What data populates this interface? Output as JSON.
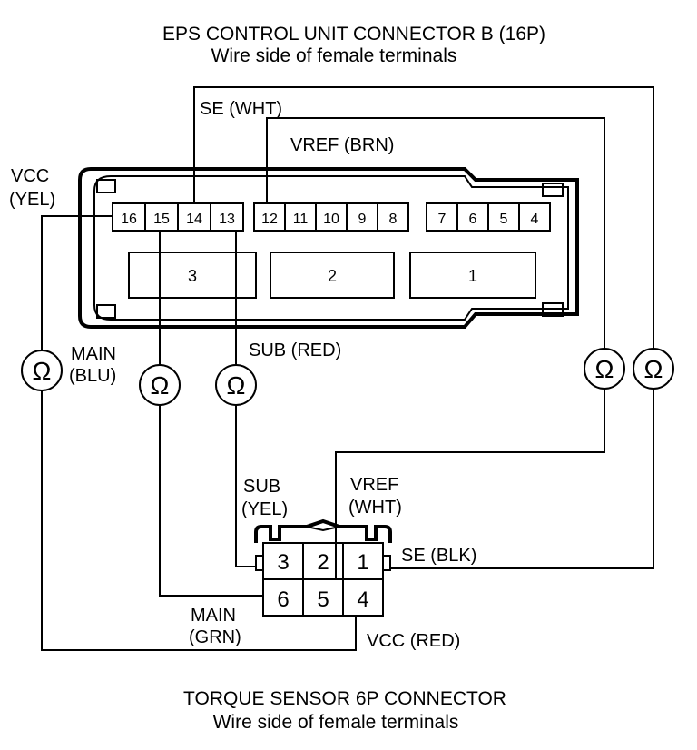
{
  "eps_connector": {
    "title": "EPS CONTROL UNIT CONNECTOR B (16P)",
    "subtitle": "Wire side of female terminals",
    "pins_left": [
      "16",
      "15",
      "14",
      "13"
    ],
    "pins_middle": [
      "12",
      "11",
      "10",
      "9",
      "8"
    ],
    "pins_right": [
      "7",
      "6",
      "5",
      "4"
    ],
    "blocks": [
      "3",
      "2",
      "1"
    ]
  },
  "torque_connector": {
    "title": "TORQUE SENSOR 6P CONNECTOR",
    "subtitle": "Wire side of female terminals",
    "top_pins": [
      "3",
      "2",
      "1"
    ],
    "bottom_pins": [
      "6",
      "5",
      "4"
    ]
  },
  "labels": {
    "se_wht": "SE (WHT)",
    "vref_brn": "VREF (BRN)",
    "vcc_line1": "VCC",
    "vcc_line2": "(YEL)",
    "main_line1": "MAIN",
    "main_line2": "(BLU)",
    "sub_red": "SUB (RED)",
    "sub_line1": "SUB",
    "sub_line2": "(YEL)",
    "vref_line1": "VREF",
    "vref_line2": "(WHT)",
    "se_blk": "SE (BLK)",
    "main_grn_line1": "MAIN",
    "main_grn_line2": "(GRN)",
    "vcc_red": "VCC (RED)"
  },
  "meters": {
    "symbol": "Ω",
    "icon": "ohmmeter-icon"
  }
}
